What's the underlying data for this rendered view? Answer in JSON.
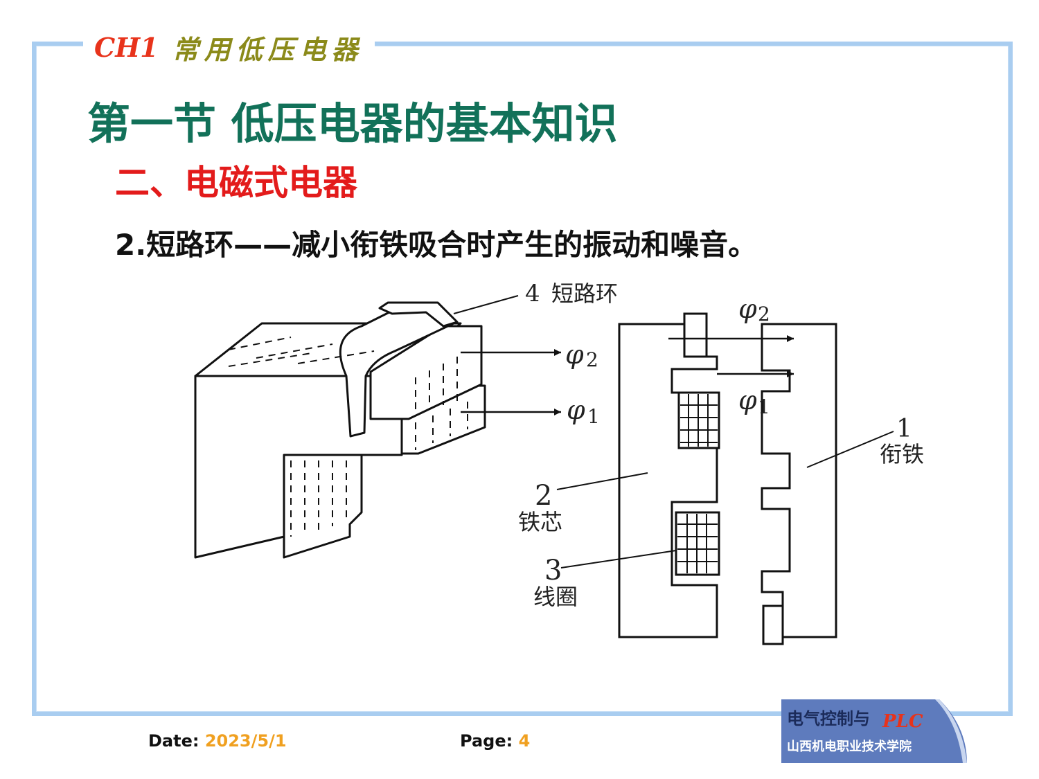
{
  "header": {
    "chapter_code": "CH1",
    "chapter_name": "常用低压电器"
  },
  "slide": {
    "section_title": "第一节  低压电器的基本知识",
    "subsection_title": "二、电磁式电器",
    "point_text": "2.短路环——减小衔铁吸合时产生的振动和噪音。"
  },
  "figure": {
    "left_labels": {
      "ring_number": "4",
      "ring_name": "短路环",
      "phi2": "φ",
      "phi2_sub": "2",
      "phi1": "φ",
      "phi1_sub": "1"
    },
    "right_labels": {
      "phi2": "φ",
      "phi2_sub": "2",
      "phi1": "φ",
      "phi1_sub": "1",
      "armature_number": "1",
      "armature_name": "衔铁",
      "core_number": "2",
      "core_name": "铁芯",
      "coil_number": "3",
      "coil_name": "线圈"
    }
  },
  "footer": {
    "date_label": "Date:",
    "date_value": "2023/5/1",
    "page_label": "Page:",
    "page_value": "4"
  },
  "logo": {
    "line1": "电气控制与",
    "line1_accent": "PLC",
    "line2": "山西机电职业技术学院"
  },
  "colors": {
    "frame_border": "#a9cdf0",
    "section_title": "#127159",
    "subsection_title": "#e31b1b",
    "chapter_code": "#e8331b",
    "chapter_name": "#8b8a1a",
    "footer_value": "#f0a020",
    "logo_bg": "#5e7bbd"
  }
}
